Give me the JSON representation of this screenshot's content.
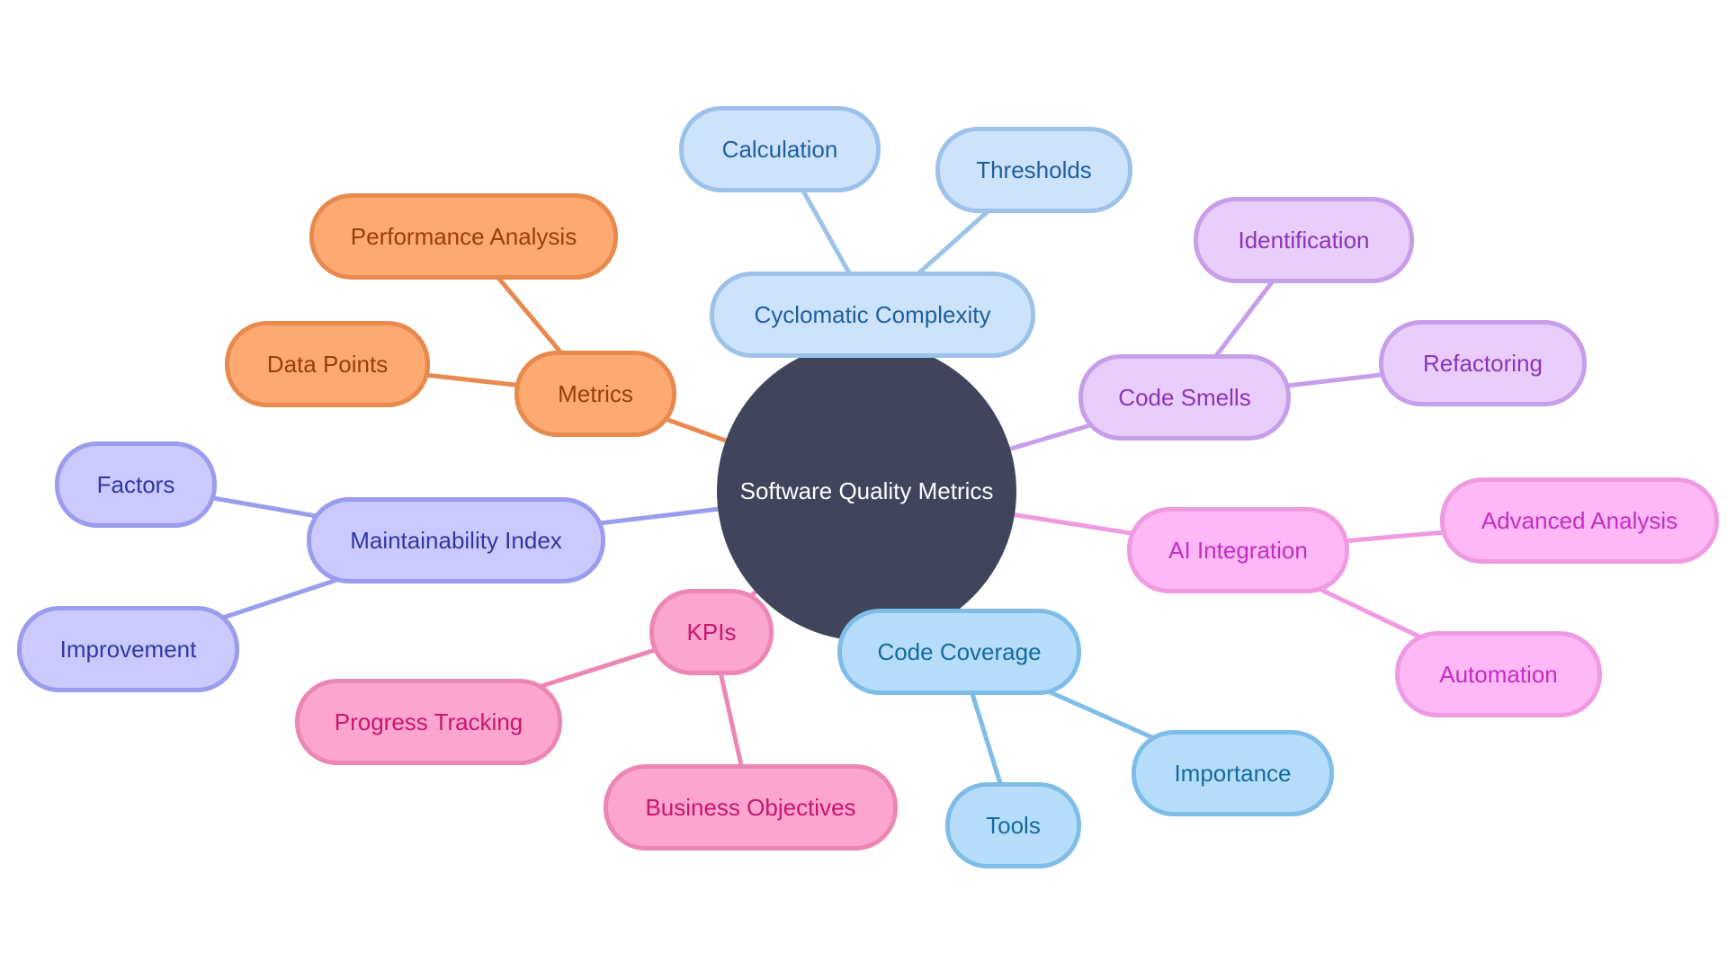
{
  "root": {
    "label": "Software Quality Metrics",
    "color": "#40455c"
  },
  "branches": {
    "cyclomatic": {
      "label": "Cyclomatic Complexity",
      "color": "#9cc2ea",
      "children": [
        "Calculation",
        "Thresholds"
      ]
    },
    "code_smells": {
      "label": "Code Smells",
      "color": "#c79ee9",
      "children": [
        "Identification",
        "Refactoring"
      ]
    },
    "ai_integration": {
      "label": "AI Integration",
      "color": "#f09ae2",
      "children": [
        "Advanced Analysis",
        "Automation"
      ]
    },
    "code_coverage": {
      "label": "Code Coverage",
      "color": "#7fbde8",
      "children": [
        "Importance",
        "Tools"
      ]
    },
    "kpis": {
      "label": "KPIs",
      "color": "#ec86b4",
      "children": [
        "Progress Tracking",
        "Business Objectives"
      ]
    },
    "maintainability": {
      "label": "Maintainability Index",
      "color": "#9a9ded",
      "children": [
        "Factors",
        "Improvement"
      ]
    },
    "metrics": {
      "label": "Metrics",
      "color": "#e8894e",
      "children": [
        "Performance Analysis",
        "Data Points"
      ]
    }
  }
}
